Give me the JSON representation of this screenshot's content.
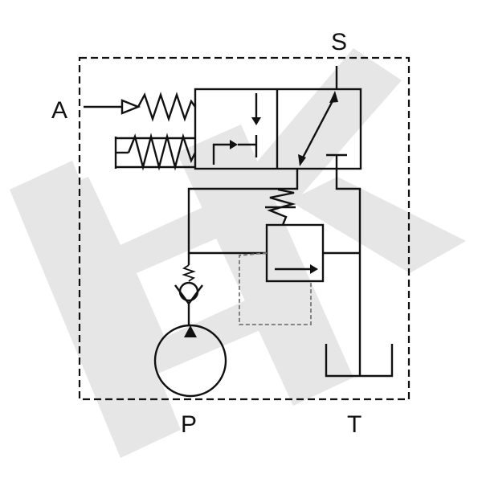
{
  "ports": {
    "a": "A",
    "s": "S",
    "p": "P",
    "t": "T"
  },
  "colors": {
    "line": "#111111",
    "watermark": "#e6e6e6",
    "pilot": "#777777",
    "background": "#ffffff"
  },
  "icons": {
    "watermark": "ek-watermark-logo",
    "pump": "pump-icon",
    "check_valve": "check-valve-icon",
    "spring": "spring-icon"
  }
}
